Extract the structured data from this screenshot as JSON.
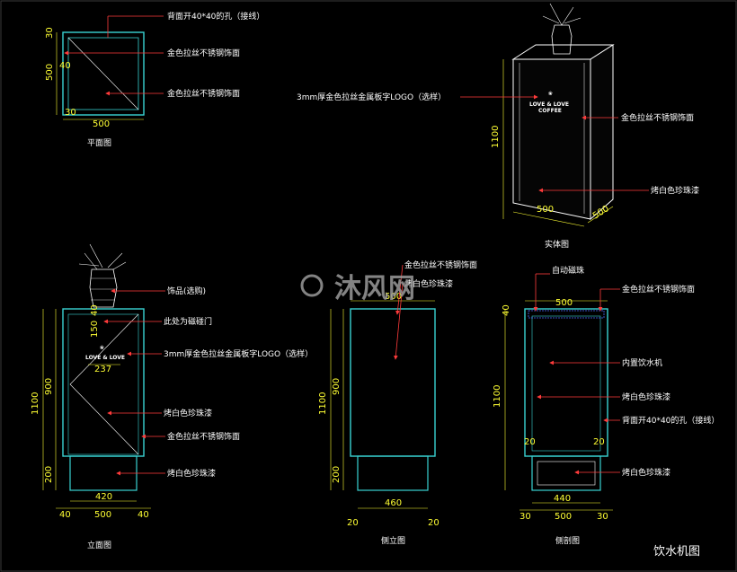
{
  "titles": {
    "plan": "平面图",
    "iso": "实体图",
    "front": "立面图",
    "side": "侧立图",
    "section": "侧剖图",
    "drawing": "饮水机图"
  },
  "watermark": "沐风网",
  "labels": {
    "plan_hole": "背面开40*40的孔（接线）",
    "plan_gold1": "金色拉丝不锈钢饰面",
    "plan_gold2": "金色拉丝不锈钢饰面",
    "iso_logo": "3mm厚金色拉丝金属板字LOGO（选样）",
    "iso_gold": "金色拉丝不锈钢饰面",
    "iso_paint": "烤白色珍珠漆",
    "front_decor": "饰品(选购)",
    "front_magnet": "此处为磁碰门",
    "front_logo": "3mm厚金色拉丝金属板字LOGO（选样）",
    "front_paint": "烤白色珍珠漆",
    "front_gold": "金色拉丝不锈钢饰面",
    "front_paint2": "烤白色珍珠漆",
    "side_gold": "金色拉丝不锈钢饰面",
    "side_paint": "烤白色珍珠漆",
    "sec_beads": "自动磁珠",
    "sec_gold": "金色拉丝不锈钢饰面",
    "sec_machine": "内置饮水机",
    "sec_paint": "烤白色珍珠漆",
    "sec_hole": "背面开40*40的孔（接线）",
    "sec_paint2": "烤白色珍珠漆"
  },
  "logo": {
    "line1": "LOVE & LOVE",
    "line2": "COFFEE"
  },
  "dims": {
    "plan_30a": "30",
    "plan_500v": "500",
    "plan_40": "40",
    "plan_30b": "30",
    "plan_500h": "500",
    "iso_1100": "1100",
    "iso_500a": "500",
    "iso_500b": "500",
    "fr_40": "40",
    "fr_150": "150",
    "fr_237": "237",
    "fr_1100": "1100",
    "fr_900": "900",
    "fr_200": "200",
    "fr_420": "420",
    "fr_40a": "40",
    "fr_500": "500",
    "fr_40b": "40",
    "sd_500": "500",
    "sd_1100": "1100",
    "sd_900": "900",
    "sd_200": "200",
    "sd_460": "460",
    "sd_20a": "20",
    "sd_20b": "20",
    "sc_40": "40",
    "sc_500": "500",
    "sc_1100": "1100",
    "sc_20a": "20",
    "sc_20b": "20",
    "sc_440": "440",
    "sc_30a": "30",
    "sc_500b": "500",
    "sc_30b": "30"
  },
  "colors": {
    "cyan": "#39d3d3",
    "yellow": "#ffff33",
    "red": "#ff3b3b",
    "white": "#ffffff",
    "blue": "#4a6cff"
  }
}
